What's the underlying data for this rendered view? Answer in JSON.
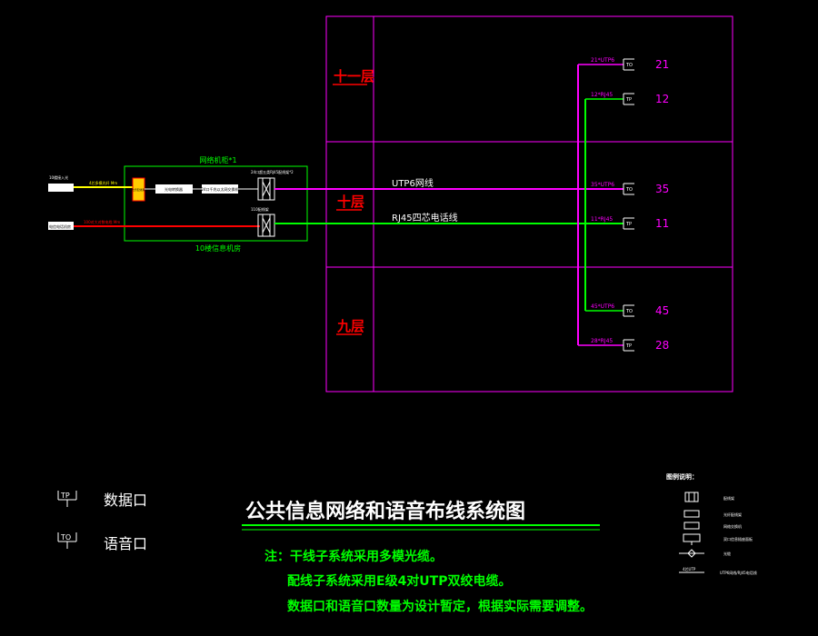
{
  "floors": {
    "f11": "十一层",
    "f10": "十层",
    "f9": "九层"
  },
  "cabinet": {
    "title": "网络机柜*1",
    "room": "10楼信息机房",
    "sources": {
      "data": "10楼接入光",
      "voice": "电信电话机房"
    },
    "feeds": {
      "data": "4芯多模光纤 Mm",
      "voice": "100对大对数电缆 Mm"
    },
    "units": {
      "fiber_box": "光纤配线架",
      "media_converter": "光电转换器",
      "switch": "24口千兆以太网交换机",
      "patch_data": "24口超五类RJ45配线架*2",
      "patch_voice": "110配线架"
    }
  },
  "trunks": {
    "data": "UTP6网线",
    "voice": "RJ45四芯电话线"
  },
  "outlets": [
    {
      "cable": "21*UTP6",
      "symbol": "TO",
      "count": "21"
    },
    {
      "cable": "12*RJ45",
      "symbol": "TP",
      "count": "12"
    },
    {
      "cable": "35*UTP6",
      "symbol": "TO",
      "count": "35"
    },
    {
      "cable": "11*RJ45",
      "symbol": "TP",
      "count": "11"
    },
    {
      "cable": "45*UTP6",
      "symbol": "TO",
      "count": "45"
    },
    {
      "cable": "28*RJ45",
      "symbol": "TP",
      "count": "28"
    }
  ],
  "key": {
    "tp_symbol": "TP",
    "tp_label": "数据口",
    "to_symbol": "TO",
    "to_label": "语音口"
  },
  "title": "公共信息网络和语音布线系统图",
  "notes": [
    "注：干线子系统采用多模光缆。",
    "配线子系统采用E级4对UTP双绞电缆。",
    "数据口和语音口数量为设计暂定，根据实际需要调整。"
  ],
  "legend": {
    "heading": "图例说明：",
    "items": [
      {
        "symbol": "patch-panel",
        "label": "配线架"
      },
      {
        "symbol": "box",
        "label": "光纤配线架"
      },
      {
        "symbol": "box-wide",
        "label": "网络交换机"
      },
      {
        "symbol": "outlet",
        "label": "双口信息插座面板"
      },
      {
        "symbol": "diamond",
        "label": "光缆"
      },
      {
        "symbol": "cable",
        "label": "UTP6网线/RJ45电话线"
      }
    ],
    "cable_sample": "4芯UTP"
  },
  "colors": {
    "data": "#ff00ff",
    "voice": "#00ff00",
    "fiber": "#ffff00",
    "phone": "#ff0000",
    "frame": "#ff00ff",
    "floor": "#ff0000",
    "text": "#ffffff",
    "note": "#00ff00"
  }
}
